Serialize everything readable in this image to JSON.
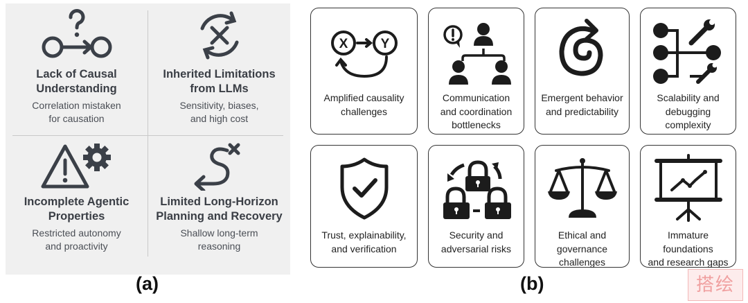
{
  "panel_a": {
    "label": "(a)",
    "items": [
      {
        "icon": "causal-question-arrow-icon",
        "title_line1": "Lack of Causal",
        "title_line2": "Understanding",
        "sub_line1": "Correlation mistaken",
        "sub_line2": "for causation"
      },
      {
        "icon": "cycle-x-icon",
        "title_line1": "Inherited Limitations",
        "title_line2": "from LLMs",
        "sub_line1": "Sensitivity, biases,",
        "sub_line2": "and high cost"
      },
      {
        "icon": "warning-gear-icon",
        "title_line1": "Incomplete Agentic",
        "title_line2": "Properties",
        "sub_line1": "Restricted autonomy",
        "sub_line2": "and proactivity"
      },
      {
        "icon": "winding-path-x-icon",
        "title_line1": "Limited Long-Horizon",
        "title_line2": "Planning and Recovery",
        "sub_line1": "Shallow long-term",
        "sub_line2": "reasoning"
      }
    ]
  },
  "panel_b": {
    "label": "(b)",
    "cards": [
      {
        "icon": "x-to-y-loop-icon",
        "lines": [
          "Amplified causality",
          "challenges"
        ],
        "node_x": "X",
        "node_y": "Y"
      },
      {
        "icon": "team-hierarchy-alert-icon",
        "lines": [
          "Communication",
          "and coordination",
          "bottlenecks"
        ]
      },
      {
        "icon": "spiral-arrow-icon",
        "lines": [
          "Emergent behavior",
          "and predictability"
        ]
      },
      {
        "icon": "network-wrench-icon",
        "lines": [
          "Scalability and",
          "debugging",
          "complexity"
        ]
      },
      {
        "icon": "shield-check-icon",
        "lines": [
          "Trust, explainability,",
          "and verification"
        ]
      },
      {
        "icon": "padlocks-cycle-icon",
        "lines": [
          "Security and",
          "adversarial risks"
        ]
      },
      {
        "icon": "balance-scale-icon",
        "lines": [
          "Ethical and",
          "governance",
          "challenges"
        ]
      },
      {
        "icon": "presentation-chart-icon",
        "lines": [
          "Immature foundations",
          "and research gaps"
        ]
      }
    ]
  },
  "watermark": {
    "text": "搭绘"
  },
  "colors": {
    "panel_a_bg": "#f0f0f0",
    "icon_a": "#3b4048",
    "icon_b": "#1c1c1c",
    "card_border": "#333333",
    "watermark": "#f0a0a0"
  }
}
